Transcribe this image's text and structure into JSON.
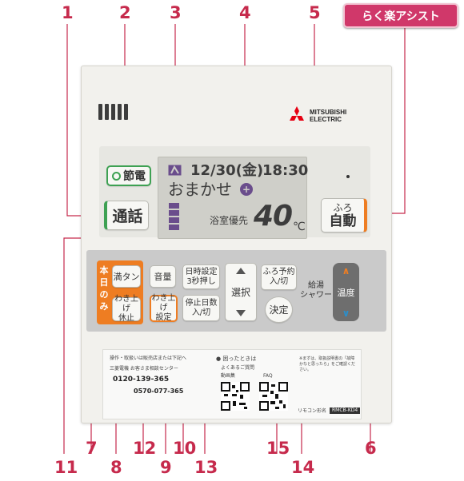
{
  "callout_numbers": {
    "top": [
      "1",
      "2",
      "3",
      "4",
      "5"
    ],
    "bottom": [
      "11",
      "7",
      "8",
      "12",
      "9",
      "10",
      "13",
      "15",
      "14",
      "6"
    ]
  },
  "badge": {
    "label": "らく楽アシスト"
  },
  "brand": {
    "line1": "MITSUBISHI",
    "line2": "ELECTRIC"
  },
  "buttons": {
    "setsuden": "節電",
    "tsuwa": "通話",
    "furo_line1": "ふろ",
    "furo_line2": "自動",
    "mantan": "満タン",
    "onryo": "音量",
    "nichiji_line1": "日時設定",
    "nichiji_line2": "3秒押し",
    "sentaku": "選択",
    "furo_yoyaku_line1": "ふろ予約",
    "furo_yoyaku_line2": "入/切",
    "kyuto_line1": "給湯",
    "kyuto_line2": "シャワー",
    "ondo": "温度",
    "wakiage_kyushi_line1": "わき上げ",
    "wakiage_kyushi_line2": "休止",
    "wakiage_settei_line1": "わき上げ",
    "wakiage_settei_line2": "設定",
    "teishi_line1": "停止日数",
    "teishi_line2": "入/切",
    "kettei": "決定",
    "honjitsu_nomi": [
      "本",
      "日",
      "の",
      "み"
    ]
  },
  "display": {
    "date": "12/30(金)",
    "time": "18:30",
    "mode": "おまかせ",
    "priority": "浴室優先",
    "temperature": "40",
    "unit": "℃"
  },
  "info_sheet": {
    "heading": "操作・取扱いは販売店または下記へ",
    "center": "三菱電機 お客さま相談センター",
    "phone1": "0120-139-365",
    "phone2": "0570-077-365",
    "help_title": "● 困ったときは",
    "help_sub": "よくあるご質問",
    "label_video": "動画集",
    "label_faq": "FAQ",
    "note": "※まずは、取扱説明書の「故障かなと思ったら」をご確認ください。",
    "model_label": "リモコン形名",
    "model": "RMCB-KD4"
  },
  "colors": {
    "callout": "#c62a4c",
    "badge": "#d0386a",
    "green_led": "#3ea153",
    "orange_led": "#ee7d22",
    "lcd_purple": "#6a4d8c",
    "temp_up": "#ef7e22",
    "temp_down": "#2a8fcc"
  }
}
